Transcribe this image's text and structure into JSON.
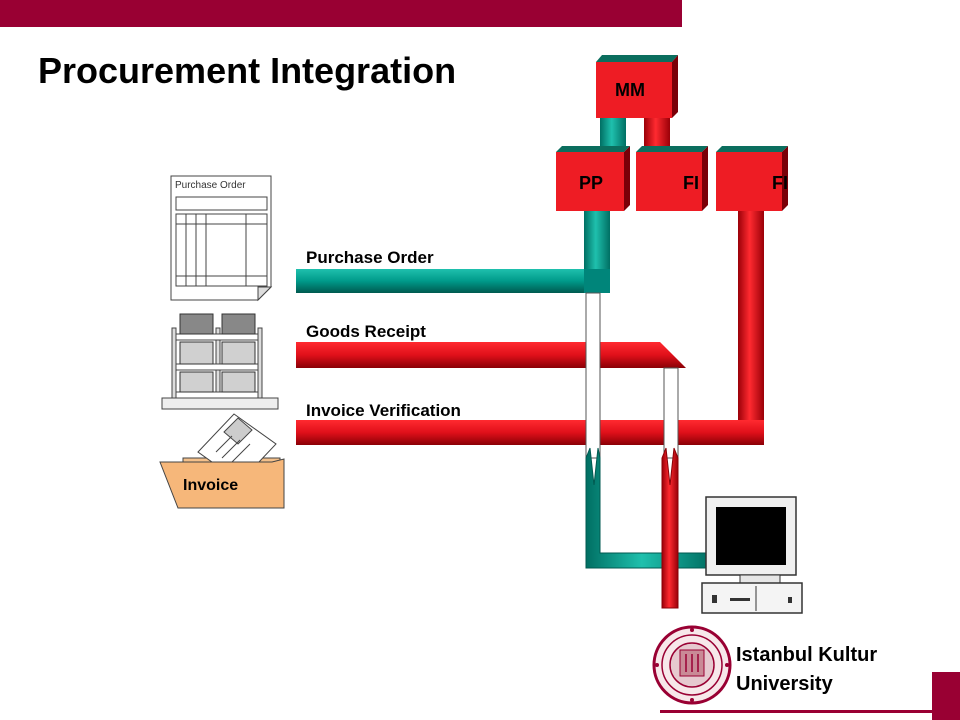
{
  "slide": {
    "title": "Procurement Integration"
  },
  "modules": {
    "mm": "MM",
    "pp": "PP",
    "fi_1": "FI",
    "fi_2": "FI"
  },
  "flows": {
    "purchase_order": "Purchase Order",
    "goods_receipt": "Goods Receipt",
    "invoice_verification": "Invoice Verification"
  },
  "documents": {
    "purchase_order_form_title": "Purchase Order",
    "invoice_folder_label": "Invoice"
  },
  "branding": {
    "university_line1": "Istanbul Kultur",
    "university_line2": "University",
    "accent_color": "#990033"
  },
  "colors": {
    "teal_pipe": "#009a8a",
    "red_pipe": "#e0101a",
    "module_red": "#ee1c24"
  }
}
